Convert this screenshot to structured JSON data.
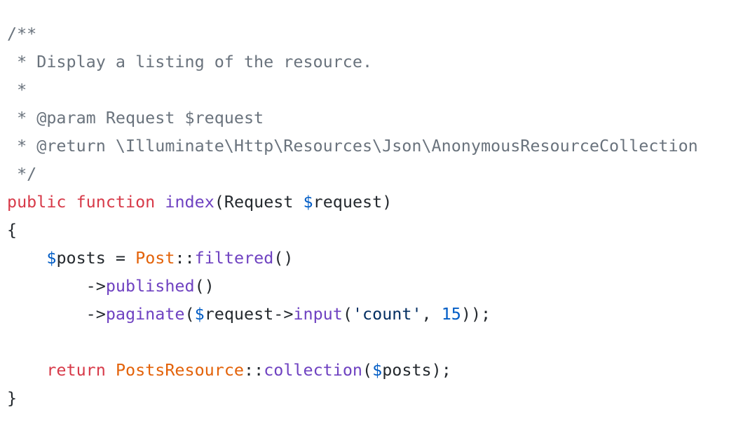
{
  "colors": {
    "comment": "#6a737d",
    "keyword": "#d73a49",
    "func": "#6f42c1",
    "var": "#005cc5",
    "class": "#e36209",
    "string": "#032f62",
    "plain": "#24292e"
  },
  "lines": [
    [
      [
        "comment",
        "/**"
      ]
    ],
    [
      [
        "comment",
        " * Display a listing of the resource."
      ]
    ],
    [
      [
        "comment",
        " *"
      ]
    ],
    [
      [
        "comment",
        " * @param Request $request"
      ]
    ],
    [
      [
        "comment",
        " * @return \\Illuminate\\Http\\Resources\\Json\\AnonymousResourceCollection"
      ]
    ],
    [
      [
        "comment",
        " */"
      ]
    ],
    [
      [
        "keyword",
        "public"
      ],
      [
        "plain",
        " "
      ],
      [
        "keyword",
        "function"
      ],
      [
        "plain",
        " "
      ],
      [
        "func",
        "index"
      ],
      [
        "plain",
        "(Request "
      ],
      [
        "var",
        "$"
      ],
      [
        "plain",
        "request)"
      ]
    ],
    [
      [
        "plain",
        "{"
      ]
    ],
    [
      [
        "plain",
        "    "
      ],
      [
        "var",
        "$"
      ],
      [
        "plain",
        "posts = "
      ],
      [
        "class",
        "Post"
      ],
      [
        "plain",
        "::"
      ],
      [
        "func",
        "filtered"
      ],
      [
        "plain",
        "()"
      ]
    ],
    [
      [
        "plain",
        "        ->"
      ],
      [
        "func",
        "published"
      ],
      [
        "plain",
        "()"
      ]
    ],
    [
      [
        "plain",
        "        ->"
      ],
      [
        "func",
        "paginate"
      ],
      [
        "plain",
        "("
      ],
      [
        "var",
        "$"
      ],
      [
        "plain",
        "request->"
      ],
      [
        "func",
        "input"
      ],
      [
        "plain",
        "("
      ],
      [
        "string",
        "'count'"
      ],
      [
        "plain",
        ", "
      ],
      [
        "number",
        "15"
      ],
      [
        "plain",
        "));"
      ]
    ],
    [],
    [
      [
        "plain",
        "    "
      ],
      [
        "keyword",
        "return"
      ],
      [
        "plain",
        " "
      ],
      [
        "class",
        "PostsResource"
      ],
      [
        "plain",
        "::"
      ],
      [
        "func",
        "collection"
      ],
      [
        "plain",
        "("
      ],
      [
        "var",
        "$"
      ],
      [
        "plain",
        "posts);"
      ]
    ],
    [
      [
        "plain",
        "}"
      ]
    ]
  ]
}
